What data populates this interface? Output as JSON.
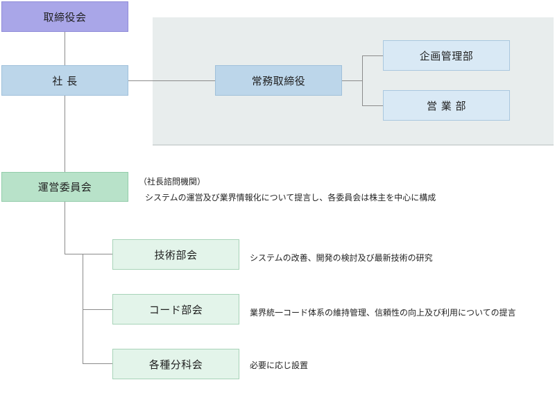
{
  "nodes": {
    "board": "取締役会",
    "president": "社 長",
    "managing_director": "常務取締役",
    "planning_dept": "企画管理部",
    "sales_dept": "営 業 部",
    "steering_committee": "運営委員会",
    "tech_subcommittee": "技術部会",
    "code_subcommittee": "コード部会",
    "sub_committees": "各種分科会"
  },
  "notes": {
    "steering_note_1": "（社長諮問機関）",
    "steering_note_2": "システムの運営及び業界情報化について提言し、各委員会は株主を中心に構成",
    "tech_note": "システムの改善、開発の検討及び最新技術の研究",
    "code_note": "業界統一コード体系の維持管理、信頼性の向上及び利用についての提言",
    "sub_note": "必要に応じ設置"
  },
  "colors": {
    "board": "#a9a6e8",
    "executive": "#bcd6ea",
    "departments": "#d9e9f5",
    "committee": "#b8e2c9",
    "subcommittees": "#e3f4ea",
    "panel": "#e8eded"
  }
}
